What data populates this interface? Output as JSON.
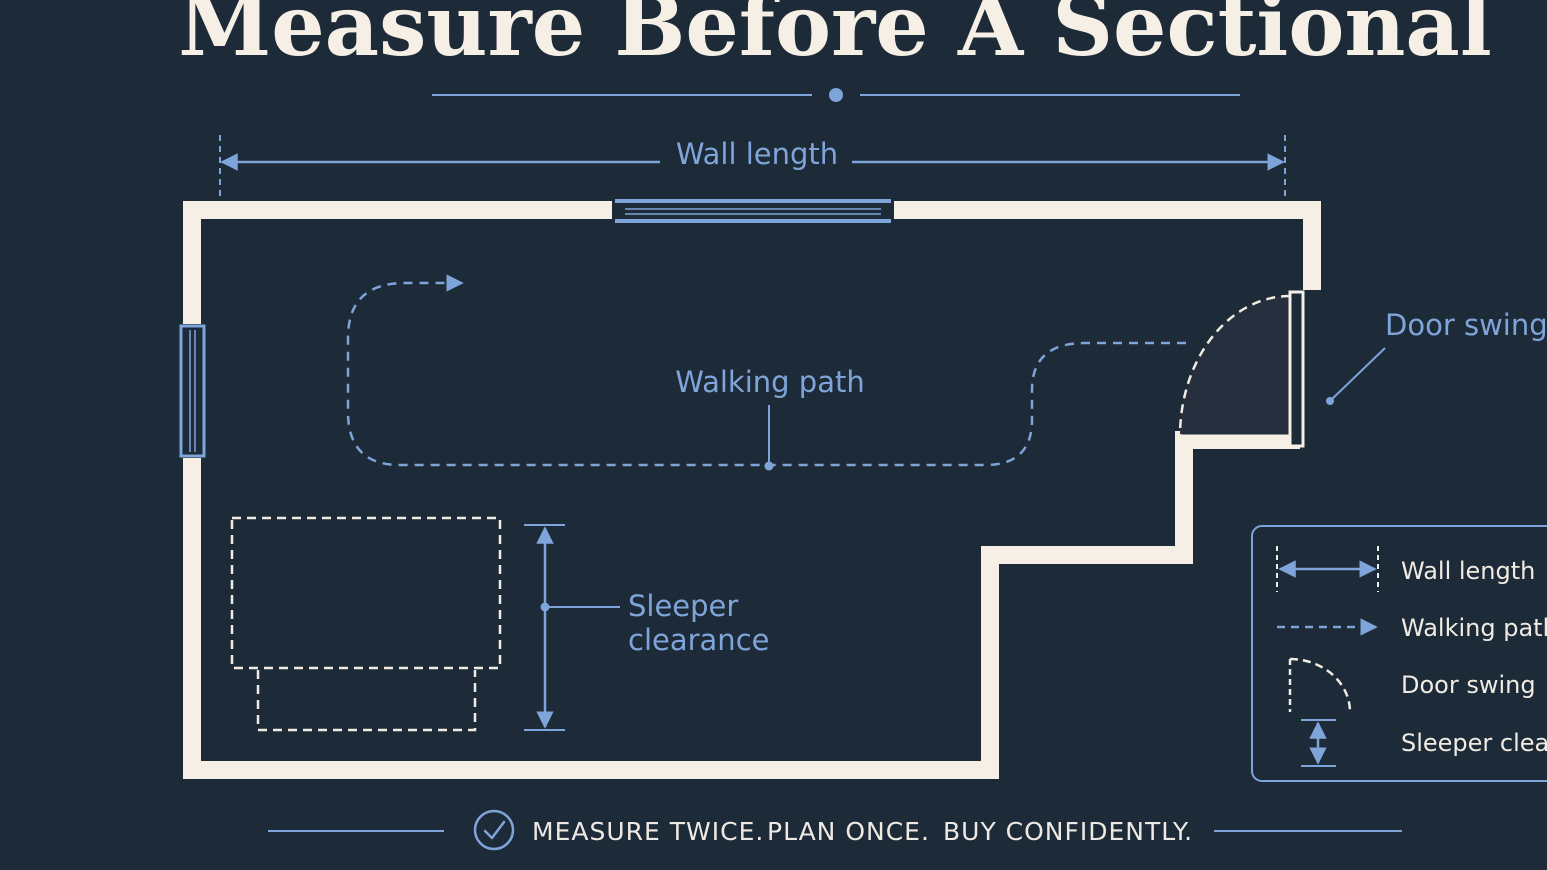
{
  "title": "Measure Before A Sectional",
  "labels": {
    "wall_length": "Wall length",
    "walking_path": "Walking path",
    "door_swing": "Door swing",
    "sleeper_line1": "Sleeper",
    "sleeper_line2": "clearance"
  },
  "legend": {
    "items": [
      {
        "label": "Wall length",
        "icon": "dimension-arrow-icon"
      },
      {
        "label": "Walking path",
        "icon": "dashed-arrow-icon"
      },
      {
        "label": "Door swing",
        "icon": "door-swing-icon"
      },
      {
        "label": "Sleeper clearance",
        "icon": "vertical-dimension-icon"
      }
    ]
  },
  "footer": {
    "part1": "MEASURE TWICE.",
    "part2": "PLAN ONCE.",
    "part3": "BUY CONFIDENTLY."
  },
  "colors": {
    "background": "#1d2a38",
    "wall": "#f5efe6",
    "accent_blue": "#7fa4d9",
    "white_text": "#f0ebe3"
  }
}
